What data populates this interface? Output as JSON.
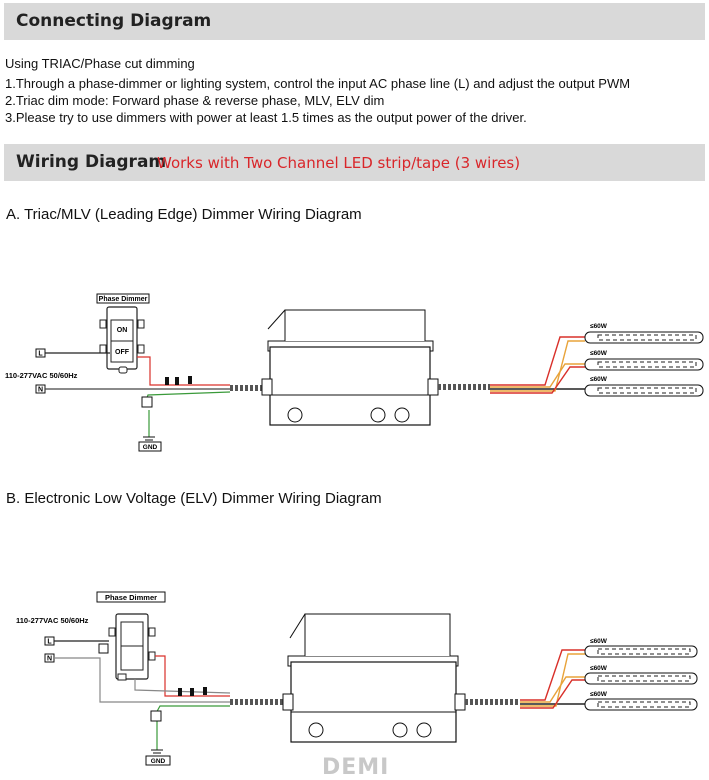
{
  "connecting": {
    "title": "Connecting Diagram",
    "intro": "Using TRIAC/Phase cut dimming",
    "points": [
      "1.Through a phase-dimmer or lighting system, control the input AC phase line (L) and adjust the output PWM",
      "2.Triac dim mode: Forward phase & reverse phase, MLV, ELV dim",
      "3.Please try to use dimmers with power at least 1.5 times as the output power of the driver."
    ]
  },
  "wiring": {
    "title": "Wiring Diagram",
    "note": "Works with Two Channel LED strip/tape (3 wires)"
  },
  "diagram_a": {
    "heading": "A. Triac/MLV (Leading Edge) Dimmer Wiring Diagram",
    "dimmer_label": "Phase Dimmer",
    "on_label": "ON",
    "off_label": "OFF",
    "voltage_label": "110-277VAC 50/60Hz",
    "l_label": "L",
    "n_label": "N",
    "gnd_label": "GND",
    "strip_labels": [
      "≤60W",
      "≤60W",
      "≤60W"
    ]
  },
  "diagram_b": {
    "heading": "B. Electronic Low Voltage (ELV) Dimmer Wiring Diagram",
    "dimmer_label": "Phase Dimmer",
    "voltage_label": "110-277VAC 50/60Hz",
    "l_label": "L",
    "n_label": "N",
    "gnd_label": "GND",
    "strip_labels": [
      "≤60W",
      "≤60W",
      "≤60W"
    ]
  },
  "footer": {
    "logo": "DEMI"
  },
  "colors": {
    "banner": "#d9d9d9",
    "note_red": "#d9262a",
    "wire_red": "#d9302a",
    "wire_orange": "#e8a33a",
    "wire_green": "#3a9a3a"
  }
}
